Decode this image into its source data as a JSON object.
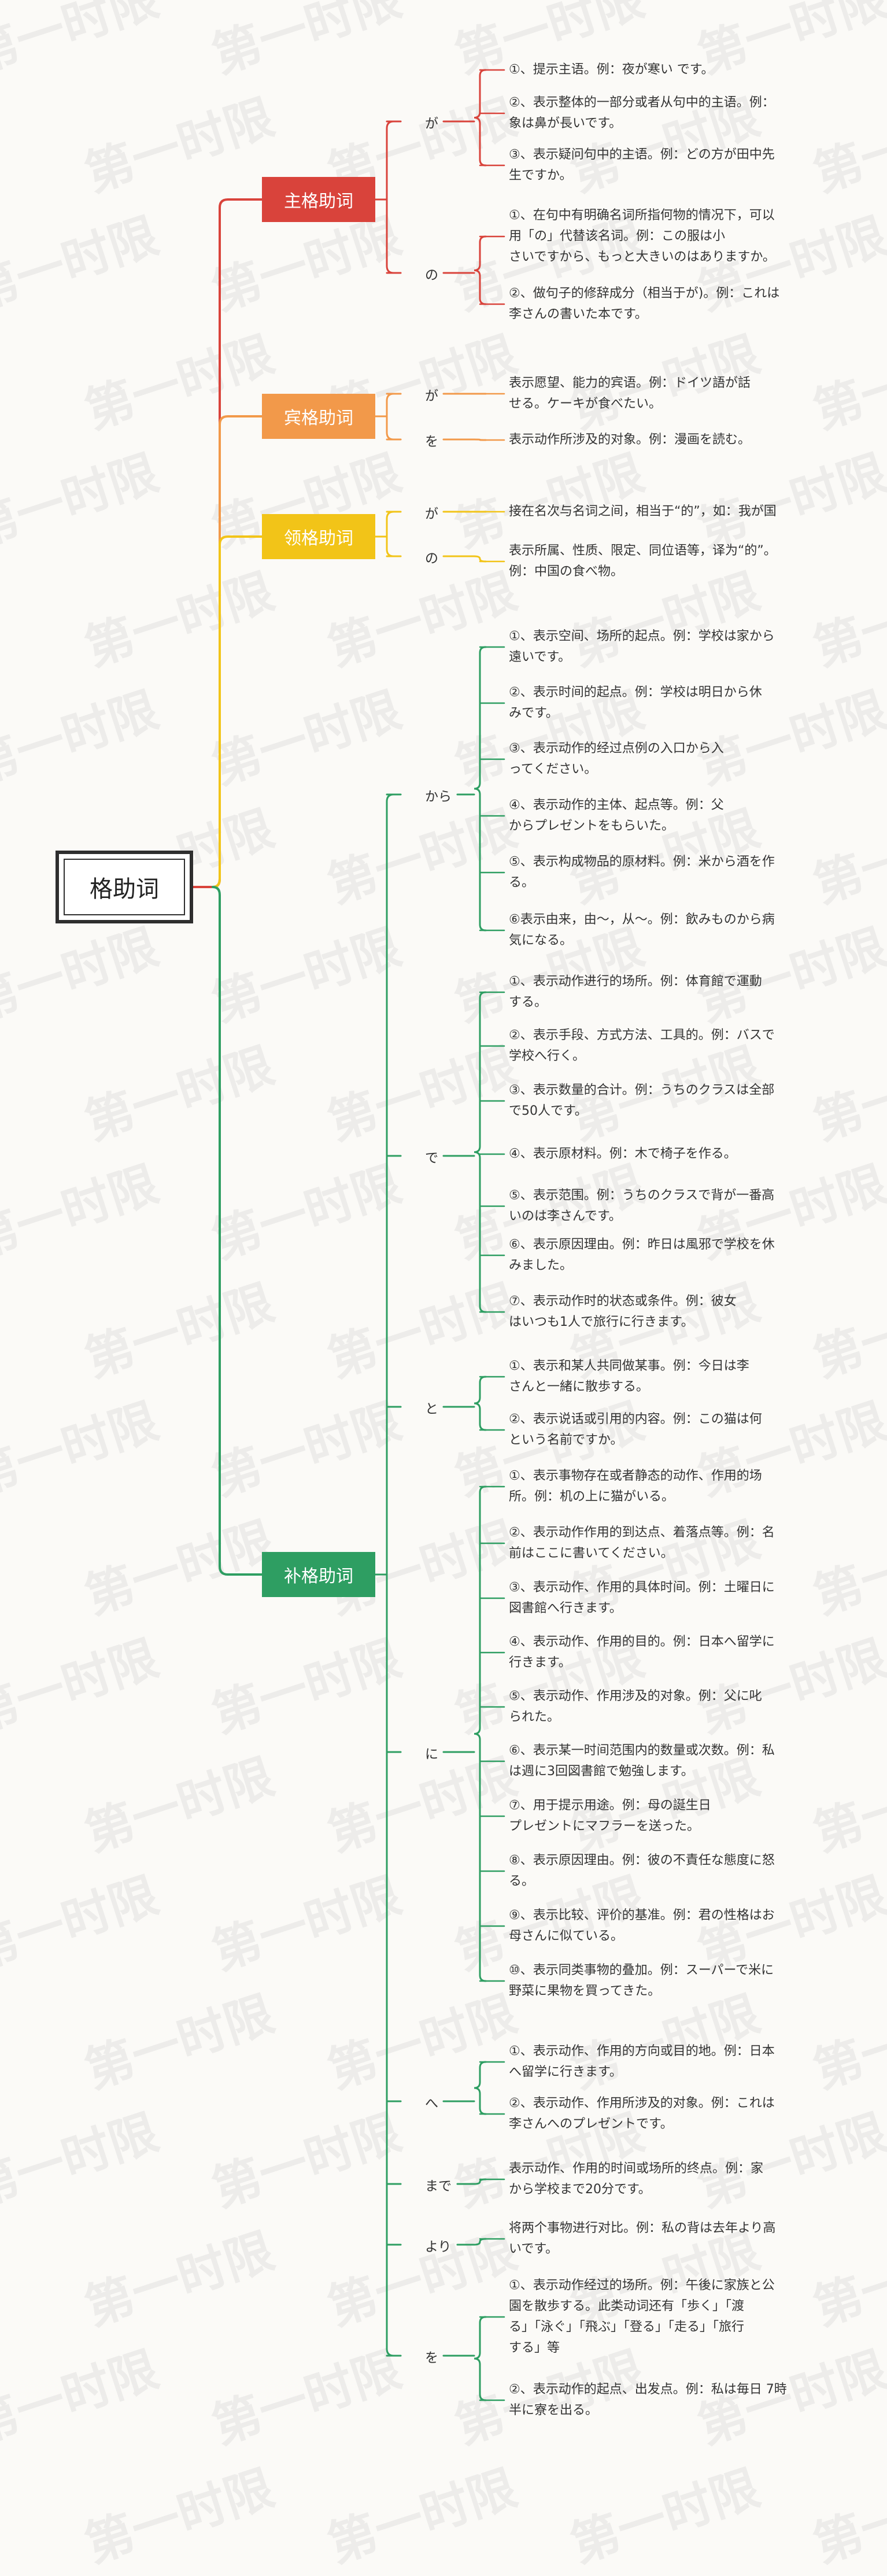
{
  "root": "格助词",
  "colors": {
    "red": "#d9433b",
    "orange": "#f2994a",
    "yellow": "#f2c418",
    "green": "#2e9e62"
  },
  "watermark": "第一时限",
  "branches": [
    {
      "label": "主格助词",
      "color": "#d9433b",
      "groups": [
        {
          "particle": "が",
          "items": [
            [
              "①、提示主语。例：夜が寒い です。"
            ],
            [
              "②、表示整体的一部分或者从句中的主语。例：",
              "象は鼻が長いです。"
            ],
            [
              "③、表示疑问句中的主语。例：どの方が田中先",
              "生ですか。"
            ]
          ]
        },
        {
          "particle": "の",
          "items": [
            [
              "①、在句中有明确名词所指何物的情况下，可以",
              "用「の」代替该名词。例：この服は小",
              "さいですから、もっと大きいのはありますか。"
            ],
            [
              "②、做句子的修辞成分（相当于が)。例：これは",
              "李さんの書いた本です。"
            ]
          ]
        }
      ]
    },
    {
      "label": "宾格助词",
      "color": "#f2994a",
      "groups": [
        {
          "particle": "が",
          "items": [
            [
              "表示愿望、能力的宾语。例：ドイツ語が話",
              "せる。ケーキが食べたい。"
            ]
          ]
        },
        {
          "particle": "を",
          "items": [
            [
              "表示动作所涉及的对象。例：漫画を読む。"
            ]
          ]
        }
      ]
    },
    {
      "label": "领格助词",
      "color": "#f2c418",
      "groups": [
        {
          "particle": "が",
          "items": [
            [
              "接在名次与名词之间，相当于“的”，如：我が国"
            ]
          ]
        },
        {
          "particle": "の",
          "items": [
            [
              "表示所属、性质、限定、同位语等，译为“的”。",
              "例：中国の食べ物。"
            ]
          ]
        }
      ]
    },
    {
      "label": "补格助词",
      "color": "#2e9e62",
      "groups": [
        {
          "particle": "から",
          "items": [
            [
              "①、表示空间、场所的起点。例：学校は家から",
              "遠いです。"
            ],
            [
              "②、表示时间的起点。例：学校は明日から休",
              "みです。"
            ],
            [
              "③、表示动作的经过点例の入口から入",
              "ってください。"
            ],
            [
              "④、表示动作的主体、起点等。例：父",
              "からプレゼントをもらいた。"
            ],
            [
              "⑤、表示构成物品的原材料。例：米から酒を作",
              "る。"
            ],
            [
              "⑥表示由来，由～，从～。例：飲みものから病",
              "気になる。"
            ]
          ]
        },
        {
          "particle": "で",
          "items": [
            [
              "①、表示动作进行的场所。例：体育館で運動",
              "する。"
            ],
            [
              "②、表示手段、方式方法、工具的。例：バスで",
              "学校へ行く。"
            ],
            [
              "③、表示数量的合计。例：うちのクラスは全部",
              "で50人です。"
            ],
            [
              "④、表示原材料。例：木で椅子を作る。"
            ],
            [
              "⑤、表示范围。例：うちのクラスで背が一番高",
              "いのは李さんです。"
            ],
            [
              "⑥、表示原因理由。例：昨日は風邪で学校を休",
              "みました。"
            ],
            [
              "⑦、表示动作时的状态或条件。例：彼女",
              "はいつも1人で旅行に行きます。"
            ]
          ]
        },
        {
          "particle": "と",
          "items": [
            [
              "①、表示和某人共同做某事。例：今日は李",
              "さんと一緒に散歩する。"
            ],
            [
              "②、表示说话或引用的内容。例：この猫は何",
              "という名前ですか。"
            ]
          ]
        },
        {
          "particle": "に",
          "items": [
            [
              "①、表示事物存在或者静态的动作、作用的场",
              "所。例：机の上に猫がいる。"
            ],
            [
              "②、表示动作作用的到达点、着落点等。例：名",
              "前はここに書いてください。"
            ],
            [
              "③、表示动作、作用的具体时间。例：土曜日に",
              "図書館へ行きます。"
            ],
            [
              "④、表示动作、作用的目的。例：日本へ留学に",
              "行きます。"
            ],
            [
              "⑤、表示动作、作用涉及的对象。例：父に叱",
              "られた。"
            ],
            [
              "⑥、表示某一时间范围内的数量或次数。例：私",
              "は週に3回図書館で勉強します。"
            ],
            [
              "⑦、用于提示用途。例：母の誕生日",
              "プレゼントにマフラーを送った。"
            ],
            [
              "⑧、表示原因理由。例：彼の不責任な態度に怒",
              "る。"
            ],
            [
              "⑨、表示比较、评价的基准。例：君の性格はお",
              "母さんに似ている。"
            ],
            [
              "⑩、表示同类事物的叠加。例：スーパーで米に",
              "野菜に果物を買ってきた。"
            ]
          ]
        },
        {
          "particle": "へ",
          "items": [
            [
              "①、表示动作、作用的方向或目的地。例：日本",
              "へ留学に行きます。"
            ],
            [
              "②、表示动作、作用所涉及的对象。例：これは",
              "李さんへのプレゼントです。"
            ]
          ]
        },
        {
          "particle": "まで",
          "items": [
            [
              "表示动作、作用的时间或场所的终点。例：家",
              "から学校まで20分です。"
            ]
          ]
        },
        {
          "particle": "より",
          "items": [
            [
              "将两个事物进行对比。例：私の背は去年より高",
              "いです。"
            ]
          ]
        },
        {
          "particle": "を",
          "items": [
            [
              "①、表示动作经过的场所。例：午後に家族と公",
              "園を散歩する。此类动词还有「歩く」「渡",
              "る」「泳ぐ」「飛ぶ」「登る」「走る」「旅行",
              "する」等"
            ],
            [
              "②、表示动作的起点、出发点。例：私は毎日 7時",
              "半に寮を出る。"
            ]
          ]
        }
      ]
    }
  ]
}
